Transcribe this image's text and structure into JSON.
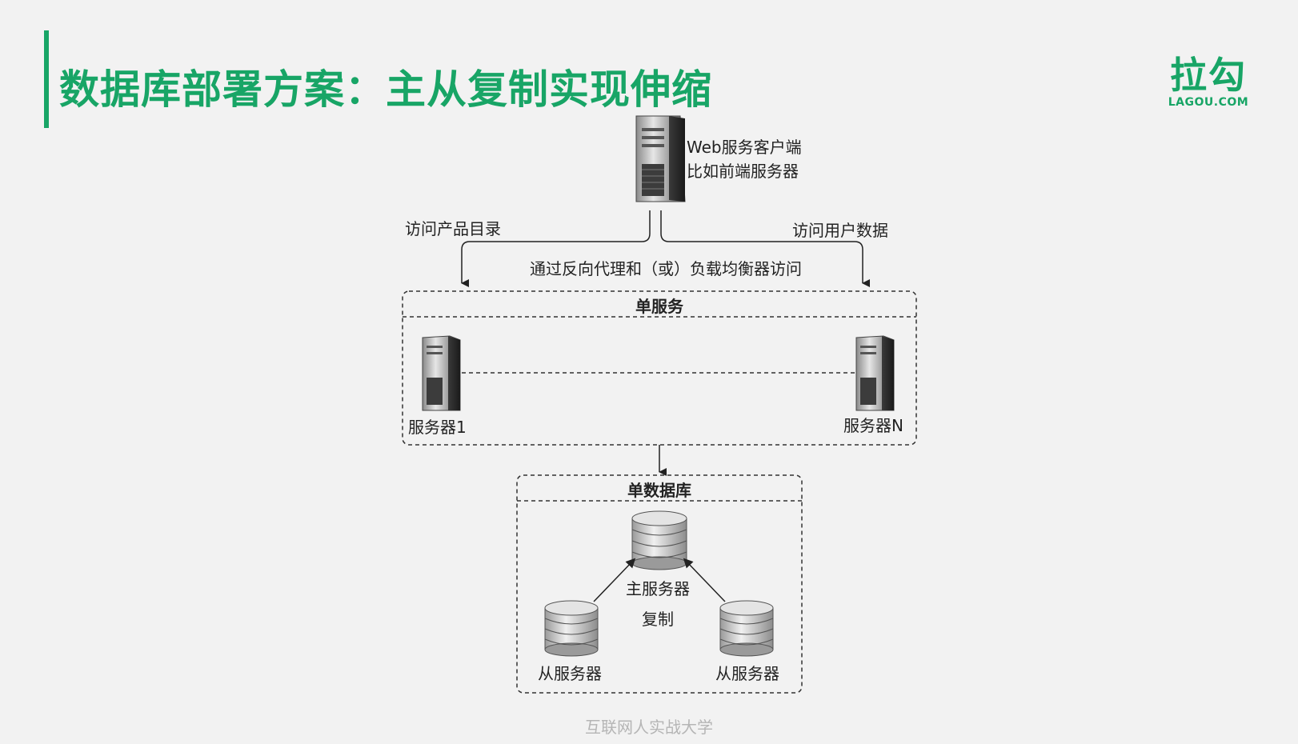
{
  "title": "数据库部署方案：主从复制实现伸缩",
  "logo": {
    "main": "拉勾",
    "sub": "LAGOU.COM"
  },
  "footer": "互联网人实战大学",
  "diagram": {
    "client_label_1": "Web服务客户端",
    "client_label_2": "比如前端服务器",
    "left_path_label": "访问产品目录",
    "right_path_label": "访问用户数据",
    "proxy_label": "通过反向代理和（或）负载均衡器访问",
    "service_group_title": "单服务",
    "server_1_label": "服务器1",
    "server_n_label": "服务器N",
    "database_group_title": "单数据库",
    "master_label": "主服务器",
    "replication_label": "复制",
    "slave_left_label": "从服务器",
    "slave_right_label": "从服务器"
  },
  "colors": {
    "accent": "#18a566",
    "footer": "#b5b5b5",
    "background": "#f2f2f2"
  }
}
